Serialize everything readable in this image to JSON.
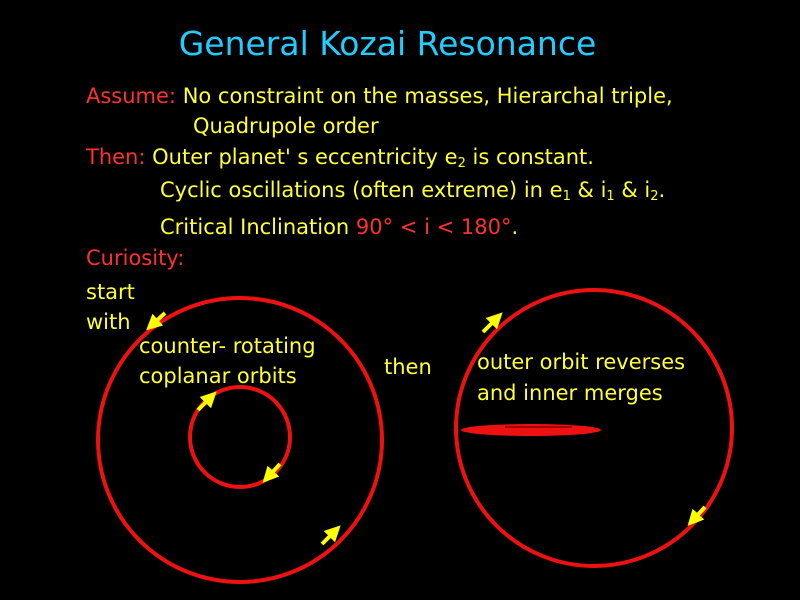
{
  "title": "General Kozai Resonance",
  "assume": {
    "label": "Assume:",
    "line1": "No constraint on the masses, Hierarchal triple,",
    "line2": "Quadrupole order"
  },
  "then": {
    "label": "Then:",
    "line1_pre": "Outer planet' s eccentricity e",
    "line1_sub": "2",
    "line1_post": " is constant.",
    "line2_pre": "Cyclic oscillations (often extreme) in  e",
    "line2_sub1": "1",
    "line2_mid1": " & i",
    "line2_sub2": "1",
    "line2_mid2": " & i",
    "line2_sub3": "2",
    "line2_post": ".",
    "line3_pre": "Critical Inclination ",
    "line3_range": "90° < i < 180°",
    "line3_post": "."
  },
  "curiosity": {
    "label": "Curiosity:",
    "start": "start",
    "with": "with"
  },
  "diagram": {
    "left_caption_1": "counter- rotating",
    "left_caption_2": "coplanar orbits",
    "then": "then",
    "right_caption_1": "outer orbit reverses",
    "right_caption_2": "and inner merges"
  },
  "colors": {
    "title": "#22ccff",
    "text": "#ffff33",
    "label": "#ff3030",
    "orbit": "#ee1111",
    "arrow": "#ffff00"
  }
}
